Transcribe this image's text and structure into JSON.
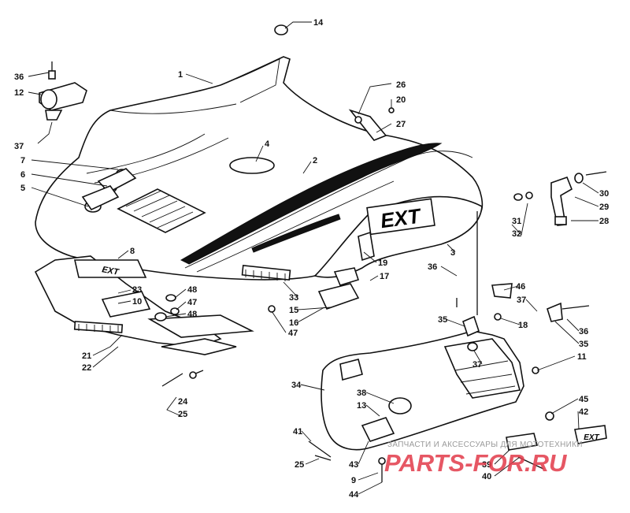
{
  "decals": {
    "hood_model": "EXT",
    "nose_badge": "EXT",
    "tail_badge": "EXT"
  },
  "watermark": {
    "caption": "ЗАПЧАСТИ И АКСЕССУАРЫ ДЛЯ МОТОТЕХНИКИ",
    "site": "PARTS-FOR.RU"
  },
  "callouts": [
    {
      "id": "c14",
      "label": "14"
    },
    {
      "id": "c1",
      "label": "1"
    },
    {
      "id": "c36a",
      "label": "36"
    },
    {
      "id": "c12",
      "label": "12"
    },
    {
      "id": "c26",
      "label": "26"
    },
    {
      "id": "c20",
      "label": "20"
    },
    {
      "id": "c27",
      "label": "27"
    },
    {
      "id": "c37a",
      "label": "37"
    },
    {
      "id": "c4",
      "label": "4"
    },
    {
      "id": "c7",
      "label": "7"
    },
    {
      "id": "c6",
      "label": "6"
    },
    {
      "id": "c5",
      "label": "5"
    },
    {
      "id": "c2",
      "label": "2"
    },
    {
      "id": "c30",
      "label": "30"
    },
    {
      "id": "c29",
      "label": "29"
    },
    {
      "id": "c28",
      "label": "28"
    },
    {
      "id": "c31",
      "label": "31"
    },
    {
      "id": "c32",
      "label": "32"
    },
    {
      "id": "c3",
      "label": "3"
    },
    {
      "id": "c8",
      "label": "8"
    },
    {
      "id": "c36b",
      "label": "36"
    },
    {
      "id": "c19",
      "label": "19"
    },
    {
      "id": "c17",
      "label": "17"
    },
    {
      "id": "c23",
      "label": "23"
    },
    {
      "id": "c48a",
      "label": "48"
    },
    {
      "id": "c10",
      "label": "10"
    },
    {
      "id": "c47a",
      "label": "47"
    },
    {
      "id": "c48b",
      "label": "48"
    },
    {
      "id": "c33",
      "label": "33"
    },
    {
      "id": "c15",
      "label": "15"
    },
    {
      "id": "c16",
      "label": "16"
    },
    {
      "id": "c46",
      "label": "46"
    },
    {
      "id": "c37b",
      "label": "37"
    },
    {
      "id": "c35a",
      "label": "35"
    },
    {
      "id": "c18",
      "label": "18"
    },
    {
      "id": "c36c",
      "label": "36"
    },
    {
      "id": "c35b",
      "label": "35"
    },
    {
      "id": "c47b",
      "label": "47"
    },
    {
      "id": "c21",
      "label": "21"
    },
    {
      "id": "c22",
      "label": "22"
    },
    {
      "id": "c11",
      "label": "11"
    },
    {
      "id": "c37c",
      "label": "37"
    },
    {
      "id": "c34",
      "label": "34"
    },
    {
      "id": "c38",
      "label": "38"
    },
    {
      "id": "c13",
      "label": "13"
    },
    {
      "id": "c24",
      "label": "24"
    },
    {
      "id": "c25a",
      "label": "25"
    },
    {
      "id": "c45",
      "label": "45"
    },
    {
      "id": "c42",
      "label": "42"
    },
    {
      "id": "c41",
      "label": "41"
    },
    {
      "id": "c25b",
      "label": "25"
    },
    {
      "id": "c43",
      "label": "43"
    },
    {
      "id": "c39",
      "label": "39"
    },
    {
      "id": "c40",
      "label": "40"
    },
    {
      "id": "c9",
      "label": "9"
    },
    {
      "id": "c44",
      "label": "44"
    }
  ]
}
